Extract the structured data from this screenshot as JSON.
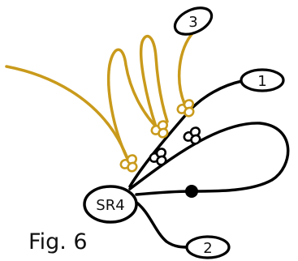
{
  "diagram": {
    "caption": "Fig. 6",
    "hub_label": "SR4",
    "node_labels": {
      "n1": "1",
      "n2": "2",
      "n3": "3"
    },
    "colors": {
      "strand_black": "#000000",
      "strand_gold": "#c99a1b",
      "background": "#ffffff"
    }
  }
}
